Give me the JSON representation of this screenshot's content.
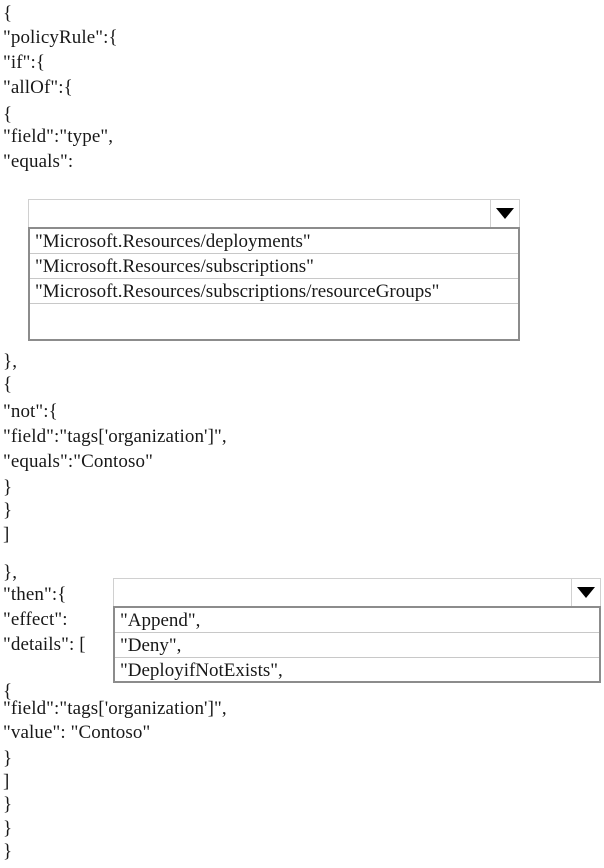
{
  "document": {
    "type": "azure-policy-json-editor",
    "background_color": "#ffffff"
  },
  "code_block_top": {
    "lines": [
      "{",
      "\"policyRule\":{",
      "\"if\":{",
      "\"allOf\":{",
      "{",
      "\"field\":\"type\",",
      "\"equals\":"
    ]
  },
  "dropdown_type": {
    "label": "type-value-dropdown",
    "selected_value": "",
    "expanded": true,
    "arrow_icon": "chevron-down-icon",
    "options": [
      "\"Microsoft.Resources/deployments\"",
      "\"Microsoft.Resources/subscriptions\"",
      "\"Microsoft.Resources/subscriptions/resourceGroups\"",
      ""
    ]
  },
  "code_block_middle": {
    "lines": [
      "},",
      "{",
      "\"not\":{",
      "\"field\":\"tags['organization']\",",
      "\"equals\":\"Contoso\"",
      "}",
      "}",
      "]"
    ]
  },
  "code_block_then": {
    "lines": [
      "},",
      "\"then\":{",
      "\"effect\":",
      "\"details\": ["
    ]
  },
  "dropdown_effect": {
    "label": "effect-value-dropdown",
    "selected_value": "",
    "expanded": true,
    "arrow_icon": "chevron-down-icon",
    "options": [
      "\"Append\",",
      "\"Deny\",",
      "\"DeployifNotExists\","
    ]
  },
  "code_block_bottom": {
    "lines": [
      "{",
      "\"field\":\"tags['organization']\",",
      "\"value\": \"Contoso\"",
      "}",
      "]",
      "}",
      "}",
      "}"
    ]
  }
}
